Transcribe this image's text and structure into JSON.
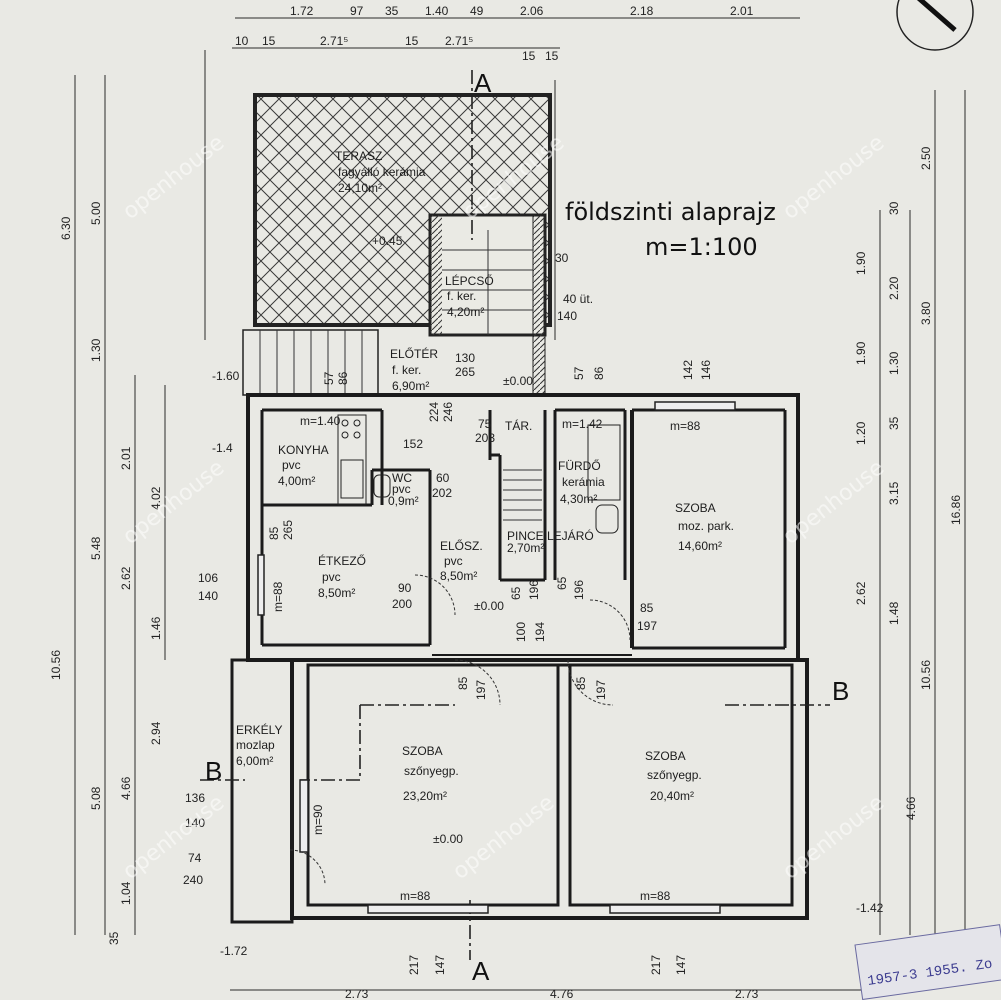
{
  "title": "földszinti alaprajz",
  "scale": "m=1:100",
  "rooms": {
    "terrace": {
      "name": "TERASZ",
      "floor": "fagyálló kerámia",
      "area": "24,10m²"
    },
    "stairs": {
      "name": "LÉPCSŐ",
      "floor": "f. ker.",
      "area": "4,20m²"
    },
    "hall": {
      "name": "ELŐTÉR",
      "floor": "f. ker.",
      "area": "6,90m²"
    },
    "kitchen": {
      "name": "KONYHA",
      "floor": "pvc",
      "area": "4,00m²"
    },
    "wc": {
      "name": "WC",
      "floor": "pvc",
      "area": "0,9m²"
    },
    "storage": {
      "name": "TÁR."
    },
    "bath": {
      "name": "FÜRDŐ",
      "floor": "kerámia",
      "area": "4,30m²"
    },
    "dining": {
      "name": "ÉTKEZŐ",
      "floor": "pvc",
      "area": "8,50m²"
    },
    "corridor": {
      "name": "ELŐSZ.",
      "floor": "pvc",
      "area": "8,50m²"
    },
    "cellar": {
      "name": "PINCE LEJÁRÓ",
      "area": "2,70m²"
    },
    "room_right": {
      "name": "SZOBA",
      "floor": "moz. park.",
      "area": "14,60m²"
    },
    "balcony": {
      "name": "ERKÉLY",
      "floor": "mozlap",
      "area": "6,00m²"
    },
    "room_left": {
      "name": "SZOBA",
      "floor": "szőnyegp.",
      "area": "23,20m²"
    },
    "room_bottom_right": {
      "name": "SZOBA",
      "floor": "szőnyegp.",
      "area": "20,40m²"
    }
  },
  "levels": {
    "l1": "-1.60",
    "l2": "±0.00",
    "l3": "±0.00",
    "l4": "±0.00",
    "l5": "-1.42",
    "l6": "-1.72",
    "l7": "+0.45",
    "l8": "-1.4"
  },
  "section_labels": {
    "a": "A",
    "b": "B"
  },
  "top_dims_row1": [
    "1.72",
    "97",
    "35",
    "1.40",
    "49",
    "2.06",
    "2.18",
    "2.01"
  ],
  "top_dims_row2": [
    "10",
    "15",
    "2.71⁵",
    "15",
    "2.71⁵",
    "15",
    "15"
  ],
  "bottom_dims": [
    "2.73",
    "4.76",
    "2.73"
  ],
  "bottom_small": [
    "217",
    "147",
    "217",
    "147"
  ],
  "left_dims": [
    "6.30",
    "5.00",
    "10.56",
    "1.30",
    "5.48",
    "5.08",
    "4.02",
    "2.01",
    "2.62",
    "1.46",
    "2.94",
    "4.66",
    "1.04",
    "35"
  ],
  "right_dims": [
    "2.50",
    "3.80",
    "16.86",
    "1.90",
    "2.20",
    "1.90",
    "1.30",
    "1.20",
    "3.15",
    "2.62",
    "1.48",
    "10.56",
    "4.66",
    "35",
    "30",
    "35"
  ],
  "misc_dims": [
    "130",
    "265",
    "57",
    "86",
    "57",
    "86",
    "142",
    "146",
    "85",
    "265",
    "106",
    "140",
    "90",
    "200",
    "100",
    "194",
    "85",
    "197",
    "85",
    "197",
    "136",
    "140",
    "74",
    "240",
    "40 üt.",
    "140",
    "30",
    "75",
    "203",
    "224",
    "246",
    "152",
    "60",
    "202",
    "65",
    "196",
    "65",
    "196",
    "85",
    "197"
  ],
  "window_marks": [
    "m=1.40",
    "m=1.42",
    "m=88",
    "m=88",
    "m=88",
    "m=88",
    "m=90"
  ],
  "watermark": "openhouse",
  "stamp": "1957-3 1955. Zo"
}
